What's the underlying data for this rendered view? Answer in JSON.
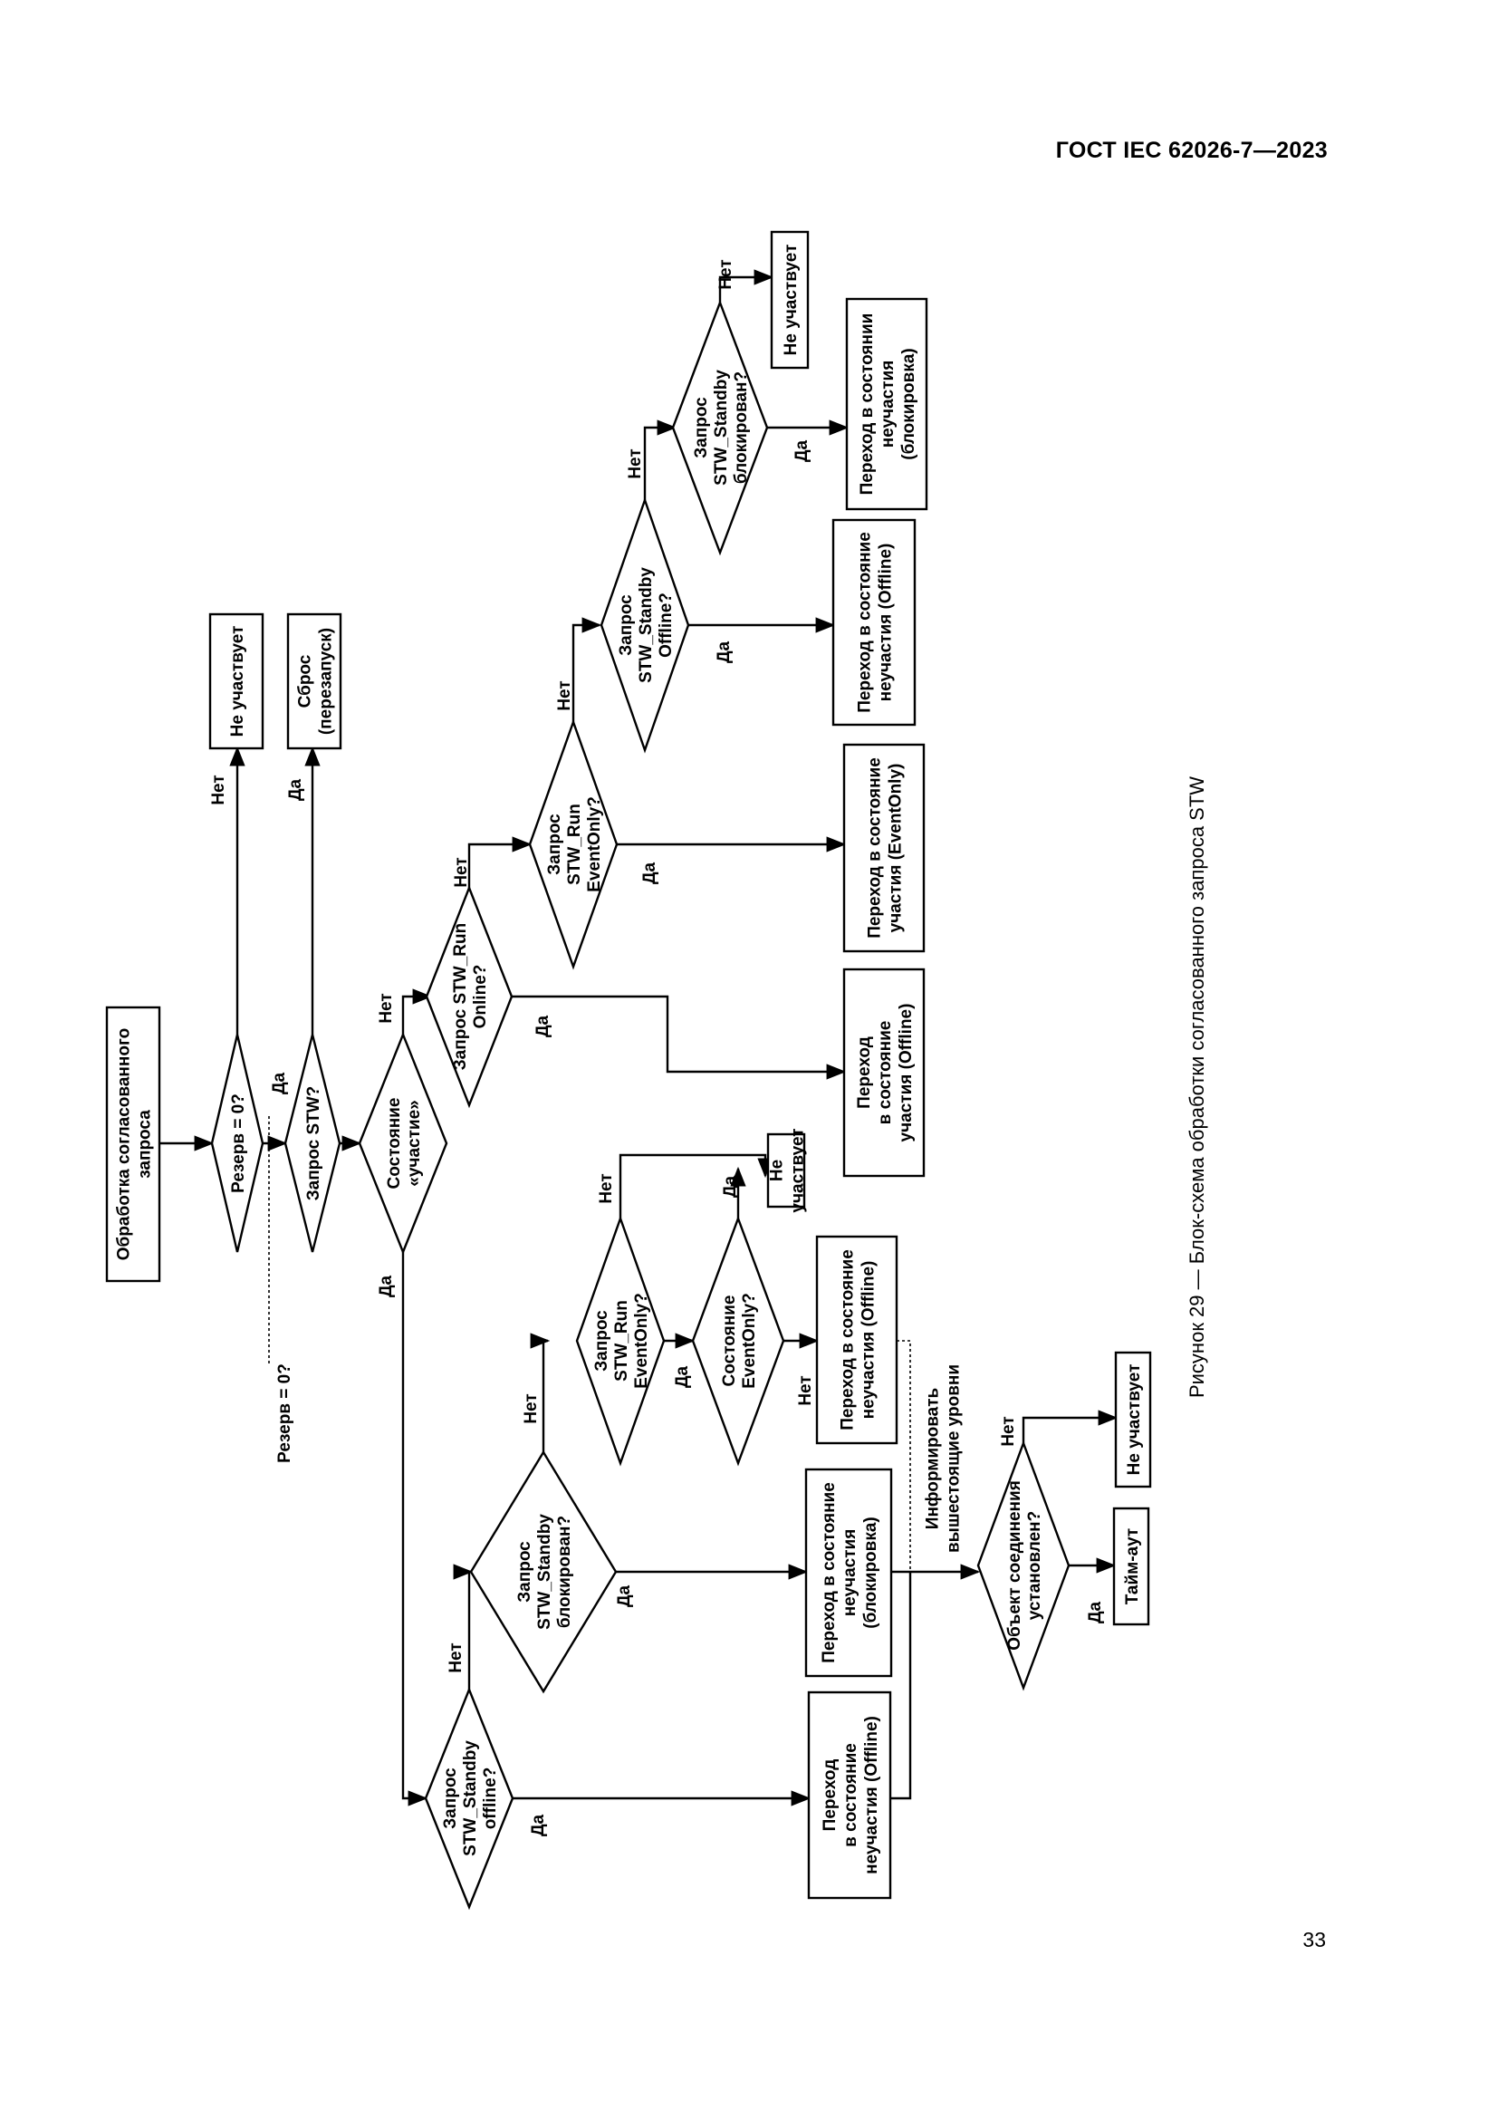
{
  "header": {
    "doc_id": "ГОСТ IEC 62026-7—2023"
  },
  "footer": {
    "page_number": "33"
  },
  "figure": {
    "caption": "Рисунок 29 — Блок-схема обработки согласованного запроса STW"
  },
  "labels": {
    "yes": "Да",
    "no": "Нет"
  },
  "nodes": {
    "start": [
      "Обработка согласованного",
      "запроса"
    ],
    "reserve_check": [
      "Резерв = 0?"
    ],
    "not_participating_1": [
      "Не участвует"
    ],
    "stw_request": [
      "Запрос STW?"
    ],
    "reset": [
      "Сброс",
      "(перезапуск)"
    ],
    "participation_state": [
      "Состояние",
      "«участие»"
    ],
    "run_online": [
      "Запрос STW_Run",
      "Online?"
    ],
    "to_offline_1": [
      "Переход",
      "в состояние",
      "участия (Offline)"
    ],
    "run_eventonly": [
      "Запрос",
      "STW_Run",
      "EventOnly?"
    ],
    "to_eventonly": [
      "Переход в состояние",
      "участия (EventOnly)"
    ],
    "standby_offline_1": [
      "Запрос",
      "STW_Standby",
      "Offline?"
    ],
    "to_nonpart_offline_1": [
      "Переход в состояние",
      "неучастия (Offline)"
    ],
    "standby_blocked_1": [
      "Запрос",
      "STW_Standby",
      "блокирован?"
    ],
    "not_participating_2": [
      "Не участвует"
    ],
    "to_nonpart_blocked_1": [
      "Переход в состоянии",
      "неучастия",
      "(блокировка)"
    ],
    "reserve_side_label": [
      "Резерв = 0?"
    ],
    "standby_offline_2": [
      "Запрос",
      "STW_Standby",
      "offline?"
    ],
    "to_nonpart_offline_2": [
      "Переход",
      "в состояние",
      "неучастия (Offline)"
    ],
    "standby_blocked_2": [
      "Запрос",
      "STW_Standby",
      "блокирован?"
    ],
    "to_nonpart_blocked_2": [
      "Переход в состояние",
      "неучастия",
      "(блокировка)"
    ],
    "run_eventonly_2": [
      "Запрос",
      "STW_Run",
      "EventOnly?"
    ],
    "state_eventonly": [
      "Состояние",
      "EventOnly?"
    ],
    "not_participating_3": [
      "Не",
      "участвует"
    ],
    "to_nonpart_offline_3": [
      "Переход в состояние",
      "неучастия (Offline)"
    ],
    "inform_upper": [
      "Информировать",
      "вышестоящие уровни"
    ],
    "connection_established": [
      "Объект соединения",
      "установлен?"
    ],
    "timeout": [
      "Тайм-аут"
    ],
    "not_participating_4": [
      "Не участвует"
    ]
  }
}
